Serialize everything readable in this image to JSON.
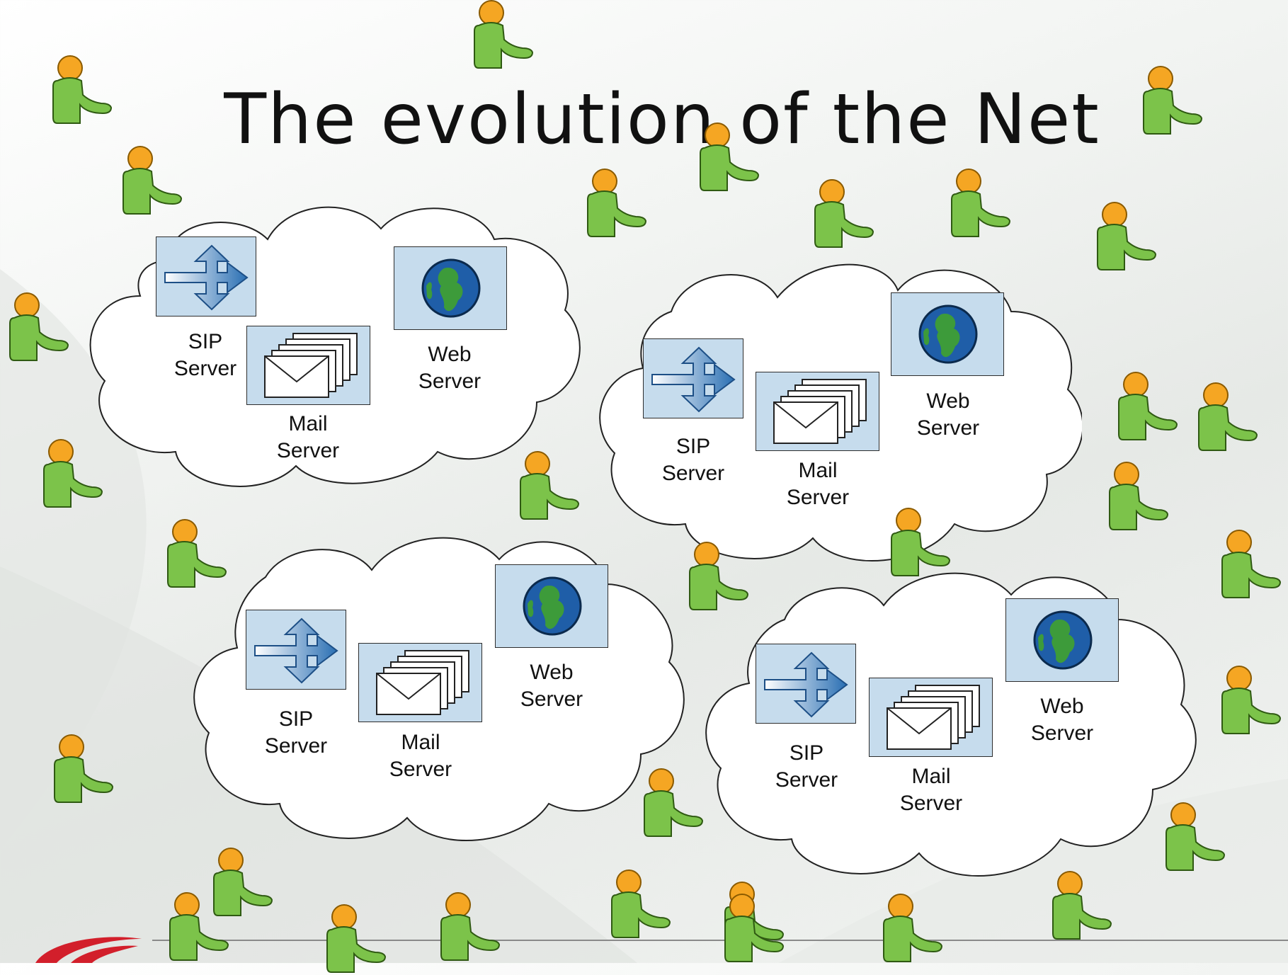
{
  "slide": {
    "title": "The evolution of the Net"
  },
  "clouds": [
    {
      "sip_label": "SIP\nServer",
      "mail_label": "Mail\nServer",
      "web_label": "Web\nServer"
    },
    {
      "sip_label": "SIP\nServer",
      "mail_label": "Mail\nServer",
      "web_label": "Web\nServer"
    },
    {
      "sip_label": "SIP\nServer",
      "mail_label": "Mail\nServer",
      "web_label": "Web\nServer"
    },
    {
      "sip_label": "SIP\nServer",
      "mail_label": "Mail\nServer",
      "web_label": "Web\nServer"
    }
  ],
  "icons": {
    "sip": "sip-arrow-icon",
    "mail": "mail-stack-icon",
    "web": "globe-icon",
    "user": "user-icon"
  },
  "colors": {
    "server_box": "#c6dced",
    "user_body": "#7cc34a",
    "user_head": "#f5a623",
    "arrow": "#2a6fb3",
    "logo": "#d21f2b"
  }
}
